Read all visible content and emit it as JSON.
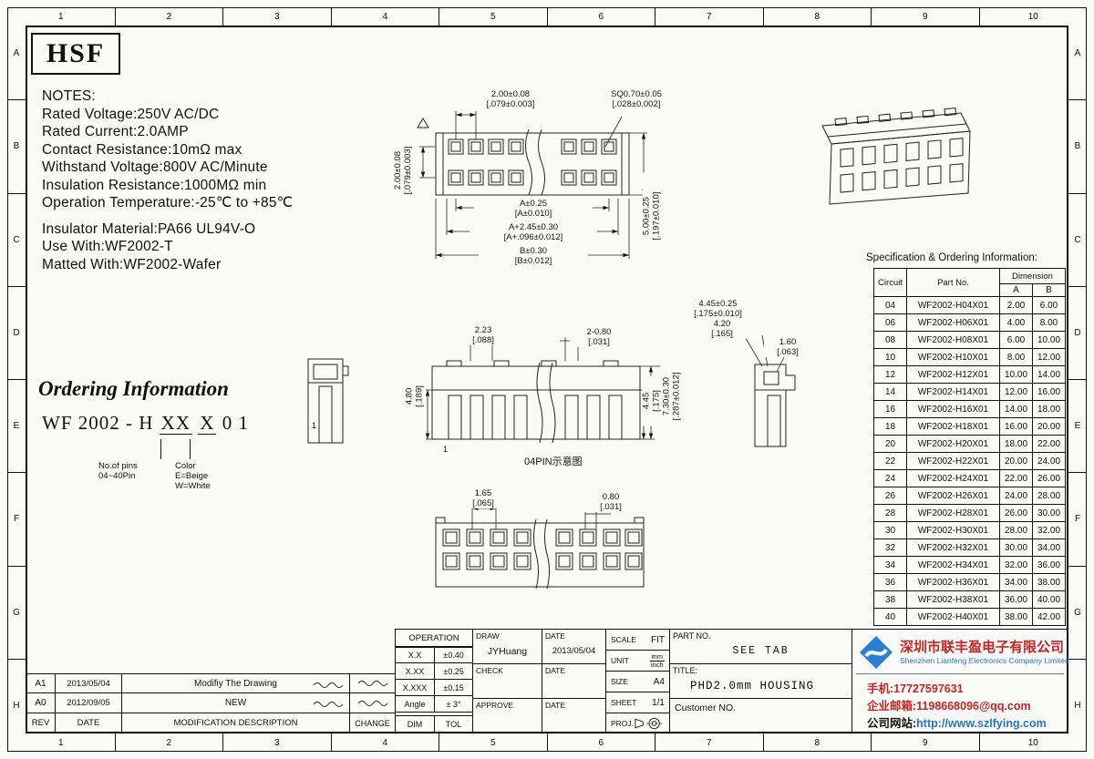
{
  "page": {
    "grid_cols": [
      "1",
      "2",
      "3",
      "4",
      "5",
      "6",
      "7",
      "8",
      "9",
      "10"
    ],
    "grid_rows": [
      "A",
      "B",
      "C",
      "D",
      "E",
      "F",
      "G",
      "H"
    ]
  },
  "logo": {
    "text": "HSF"
  },
  "notes": {
    "title": "NOTES:",
    "lines": [
      "Rated Voltage:250V AC/DC",
      "Rated Current:2.0AMP",
      "Contact Resistance:10mΩ max",
      "Withstand Voltage:800V AC/Minute",
      "Insulation Resistance:1000MΩ min",
      "Operation Temperature:-25℃ to +85℃"
    ],
    "lines2": [
      "Insulator Material:PA66 UL94V-O",
      "Use With:WF2002-T",
      "Matted With:WF2002-Wafer"
    ]
  },
  "ordering": {
    "title": "Ordering Information",
    "code_prefix": "WF 2002 - H",
    "code_xx": "XX",
    "code_x": "X",
    "code_suffix": "0 1",
    "legend_pins_line1": "No.of pins",
    "legend_pins_line2": "04~40Pin",
    "legend_color_line1": "Color",
    "legend_color_line2": "E=Beige",
    "legend_color_line3": "W=White"
  },
  "drawing": {
    "pin_note": "04PIN示意图",
    "pin1": "1",
    "dims": {
      "d_pitch_top": "2.00±0.08",
      "d_pitch_top_in": "[.079±0.003]",
      "d_sq": "SQ0.70±0.05",
      "d_sq_in": "[.028±0.002]",
      "d_a": "A±0.25",
      "d_a_in": "[A±0.010]",
      "d_a245": "A+2.45±0.30",
      "d_a245_in": "[A+.096±0.012]",
      "d_b": "B±0.30",
      "d_b_in": "[B±0.012]",
      "d_pitch_left": "2.00±0.08",
      "d_pitch_left_in": "[.079±0.003]",
      "d_height_right": "5.00±0.25",
      "d_height_right_in": "[.197±0.010]",
      "d_445a": "4.45±0.25",
      "d_445a_in": "[.175±0.010]",
      "d_420": "4.20",
      "d_420_in": "[.165]",
      "d_160": "1.60",
      "d_160_in": "[.063]",
      "d_223": "2.23",
      "d_223_in": "[.088]",
      "d_2080": "2-0.80",
      "d_2080_in": "[.031]",
      "d_480": "4.80",
      "d_480_in": "[.189]",
      "d_445b": "4.45",
      "d_445b_in": "[.175]",
      "d_730": "7.30±0.30",
      "d_730_in": "[.287±0.012]",
      "d_165": "1.65",
      "d_165_in": "[.065]",
      "d_080": "0.80",
      "d_080_in": "[.031]"
    }
  },
  "spec_table": {
    "title": "Specification & Ordering Information:",
    "col_circuit": "Circuit",
    "col_part": "Part No.",
    "col_dimension": "Dimension",
    "col_a": "A",
    "col_b": "B",
    "rows": [
      {
        "circuit": "04",
        "part": "WF2002-H04X01",
        "a": "2.00",
        "b": "6.00"
      },
      {
        "circuit": "06",
        "part": "WF2002-H06X01",
        "a": "4.00",
        "b": "8.00"
      },
      {
        "circuit": "08",
        "part": "WF2002-H08X01",
        "a": "6.00",
        "b": "10.00"
      },
      {
        "circuit": "10",
        "part": "WF2002-H10X01",
        "a": "8.00",
        "b": "12.00"
      },
      {
        "circuit": "12",
        "part": "WF2002-H12X01",
        "a": "10.00",
        "b": "14.00"
      },
      {
        "circuit": "14",
        "part": "WF2002-H14X01",
        "a": "12.00",
        "b": "16.00"
      },
      {
        "circuit": "16",
        "part": "WF2002-H16X01",
        "a": "14.00",
        "b": "18.00"
      },
      {
        "circuit": "18",
        "part": "WF2002-H18X01",
        "a": "16.00",
        "b": "20.00"
      },
      {
        "circuit": "20",
        "part": "WF2002-H20X01",
        "a": "18.00",
        "b": "22.00"
      },
      {
        "circuit": "22",
        "part": "WF2002-H22X01",
        "a": "20.00",
        "b": "24.00"
      },
      {
        "circuit": "24",
        "part": "WF2002-H24X01",
        "a": "22.00",
        "b": "26.00"
      },
      {
        "circuit": "26",
        "part": "WF2002-H26X01",
        "a": "24.00",
        "b": "28.00"
      },
      {
        "circuit": "28",
        "part": "WF2002-H28X01",
        "a": "26.00",
        "b": "30.00"
      },
      {
        "circuit": "30",
        "part": "WF2002-H30X01",
        "a": "28.00",
        "b": "32.00"
      },
      {
        "circuit": "32",
        "part": "WF2002-H32X01",
        "a": "30.00",
        "b": "34.00"
      },
      {
        "circuit": "34",
        "part": "WF2002-H34X01",
        "a": "32.00",
        "b": "36.00"
      },
      {
        "circuit": "36",
        "part": "WF2002-H36X01",
        "a": "34.00",
        "b": "38.00"
      },
      {
        "circuit": "38",
        "part": "WF2002-H38X01",
        "a": "36.00",
        "b": "40.00"
      },
      {
        "circuit": "40",
        "part": "WF2002-H40X01",
        "a": "38.00",
        "b": "42.00"
      }
    ]
  },
  "title_block": {
    "rev_header": {
      "rev": "REV",
      "date": "DATE",
      "desc": "MODIFICATION  DESCRIPTION",
      "change": "CHANGE"
    },
    "revisions": [
      {
        "rev": "A1",
        "date": "2013/05/04",
        "desc": "Modifiy The Drawing"
      },
      {
        "rev": "A0",
        "date": "2012/09/05",
        "desc": "NEW"
      }
    ],
    "operation": {
      "title": "OPERATION",
      "rows": [
        {
          "dim": "X.X",
          "tol": "±0.40"
        },
        {
          "dim": "X.XX",
          "tol": "±0.25"
        },
        {
          "dim": "X.XXX",
          "tol": "±0.15"
        },
        {
          "dim": "Angle",
          "tol": "± 3°"
        }
      ],
      "footer": {
        "dim": "DIM",
        "tol": "TOL"
      }
    },
    "sign": {
      "draw_label": "DRAW",
      "draw_name": "JYHuang",
      "draw_date_label": "DATE",
      "draw_date": "2013/05/04",
      "check_label": "CHECK",
      "check_date_label": "DATE",
      "approve_label": "APPROVE",
      "approve_date_label": "DATE"
    },
    "meta": {
      "scale_label": "SCALE",
      "scale": "FIT",
      "unit_label": "UNIT",
      "unit_mm": "mm",
      "unit_inch": "inch",
      "size_label": "SIZE",
      "size": "A4",
      "sheet_label": "SHEET",
      "sheet": "1/1",
      "proj_label": "PROJ."
    },
    "part": {
      "part_no_label": "PART NO.",
      "part_no": "SEE TAB",
      "title_label": "TITLE:",
      "title": "PHD2.0mm HOUSING",
      "customer_label": "Customer NO."
    }
  },
  "company": {
    "name_cn": "深圳市联丰盈电子有限公司",
    "name_en": "Shenzhen Lianfeng Electronics Company Limited",
    "phone": "手机:17727597631",
    "email": "企业邮箱:1198668096@qq.com",
    "website_label": "公司网站:",
    "website": "http://www.szlfying.com"
  },
  "colors": {
    "accent_red": "#cc2222",
    "accent_blue": "#2277cc",
    "logo_blue": "#2a7fd4",
    "line": "#1a1a1a",
    "paper": "#fafaf8"
  }
}
